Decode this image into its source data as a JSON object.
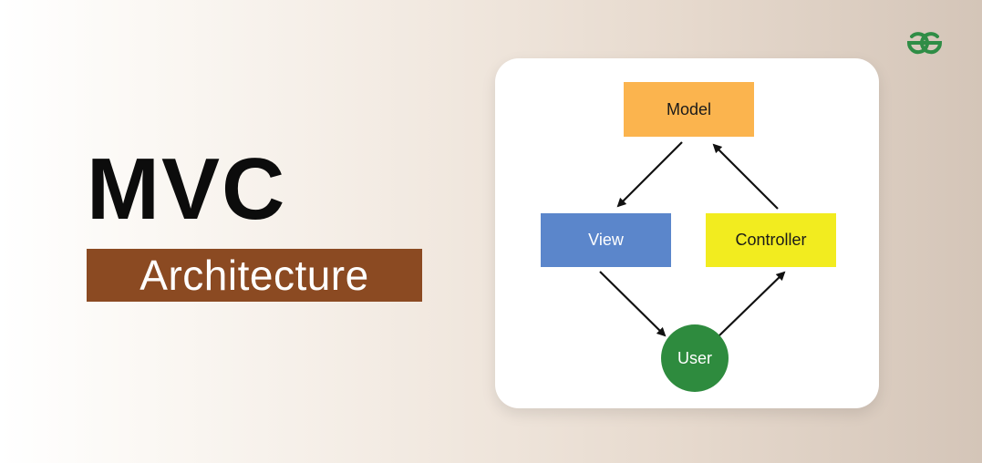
{
  "hero": {
    "title": "MVC",
    "subtitle": "Architecture"
  },
  "brand": {
    "logo_icon": "geeksforgeeks-logo-icon",
    "color": "#2f8d46"
  },
  "diagram": {
    "nodes": {
      "model": "Model",
      "view": "View",
      "controller": "Controller",
      "user": "User"
    },
    "colors": {
      "model": "#fbb44e",
      "view": "#5b86cb",
      "controller": "#f2ec1f",
      "user": "#2e8b3e"
    }
  }
}
